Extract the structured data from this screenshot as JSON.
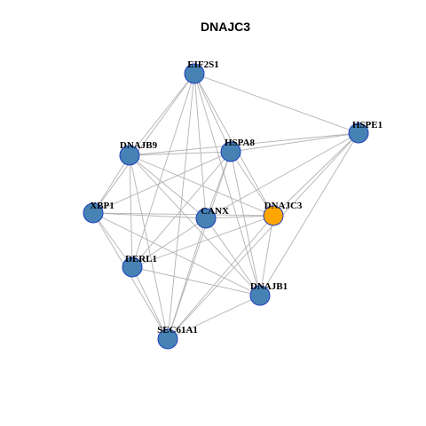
{
  "title": "DNAJC3",
  "colors": {
    "node_default": "#4682b4",
    "node_highlight": "#ffa500",
    "node_border": "#1f3fbf",
    "edge": "#b3b3b3",
    "background": "#ffffff"
  },
  "network": {
    "nodes": [
      {
        "id": "EIF2S1",
        "label": "EIF2S1",
        "highlight": false
      },
      {
        "id": "HSPE1",
        "label": "HSPE1",
        "highlight": false
      },
      {
        "id": "DNAJB9",
        "label": "DNAJB9",
        "highlight": false
      },
      {
        "id": "HSPA8",
        "label": "HSPA8",
        "highlight": false
      },
      {
        "id": "XBP1",
        "label": "XBP1",
        "highlight": false
      },
      {
        "id": "CANX",
        "label": "CANX",
        "highlight": false
      },
      {
        "id": "DNAJC3",
        "label": "DNAJC3",
        "highlight": true
      },
      {
        "id": "DERL1",
        "label": "DERL1",
        "highlight": false
      },
      {
        "id": "DNAJB1",
        "label": "DNAJB1",
        "highlight": false
      },
      {
        "id": "SEC61A1",
        "label": "SEC61A1",
        "highlight": false
      }
    ],
    "edges": [
      [
        "EIF2S1",
        "HSPE1"
      ],
      [
        "EIF2S1",
        "DNAJB9"
      ],
      [
        "EIF2S1",
        "HSPA8"
      ],
      [
        "EIF2S1",
        "CANX"
      ],
      [
        "EIF2S1",
        "DNAJC3"
      ],
      [
        "EIF2S1",
        "XBP1"
      ],
      [
        "EIF2S1",
        "DERL1"
      ],
      [
        "EIF2S1",
        "DNAJB1"
      ],
      [
        "EIF2S1",
        "SEC61A1"
      ],
      [
        "HSPE1",
        "HSPA8"
      ],
      [
        "HSPE1",
        "DNAJB9"
      ],
      [
        "HSPE1",
        "CANX"
      ],
      [
        "HSPE1",
        "DNAJC3"
      ],
      [
        "HSPE1",
        "DNAJB1"
      ],
      [
        "HSPE1",
        "SEC61A1"
      ],
      [
        "DNAJB9",
        "HSPA8"
      ],
      [
        "DNAJB9",
        "XBP1"
      ],
      [
        "DNAJB9",
        "CANX"
      ],
      [
        "DNAJB9",
        "DNAJC3"
      ],
      [
        "DNAJB9",
        "DERL1"
      ],
      [
        "DNAJB9",
        "DNAJB1"
      ],
      [
        "DNAJB9",
        "SEC61A1"
      ],
      [
        "HSPA8",
        "XBP1"
      ],
      [
        "HSPA8",
        "CANX"
      ],
      [
        "HSPA8",
        "DNAJC3"
      ],
      [
        "HSPA8",
        "DERL1"
      ],
      [
        "HSPA8",
        "DNAJB1"
      ],
      [
        "HSPA8",
        "SEC61A1"
      ],
      [
        "XBP1",
        "CANX"
      ],
      [
        "XBP1",
        "DNAJC3"
      ],
      [
        "XBP1",
        "DERL1"
      ],
      [
        "XBP1",
        "DNAJB1"
      ],
      [
        "XBP1",
        "SEC61A1"
      ],
      [
        "CANX",
        "DNAJC3"
      ],
      [
        "CANX",
        "DERL1"
      ],
      [
        "CANX",
        "DNAJB1"
      ],
      [
        "CANX",
        "SEC61A1"
      ],
      [
        "DNAJC3",
        "DERL1"
      ],
      [
        "DNAJC3",
        "DNAJB1"
      ],
      [
        "DNAJC3",
        "SEC61A1"
      ],
      [
        "DERL1",
        "DNAJB1"
      ],
      [
        "DERL1",
        "SEC61A1"
      ],
      [
        "DNAJB1",
        "SEC61A1"
      ]
    ]
  }
}
